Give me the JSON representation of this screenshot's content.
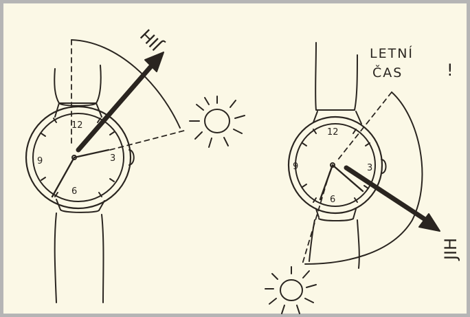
{
  "left_drawing": {
    "direction_label": "JIH",
    "dial_numbers": {
      "twelve": "12",
      "three": "3",
      "six": "6",
      "nine": "9"
    }
  },
  "right_drawing": {
    "annotation_line1": "LETNÍ",
    "annotation_line2": "ČAS",
    "exclamation": "!",
    "direction_label": "JIH",
    "dial_numbers": {
      "twelve": "12",
      "three": "3",
      "six": "6",
      "nine": "9"
    }
  },
  "colors": {
    "ink": "#2a2520",
    "paper": "#fbf8e6",
    "frame": "#b5b5b5"
  }
}
